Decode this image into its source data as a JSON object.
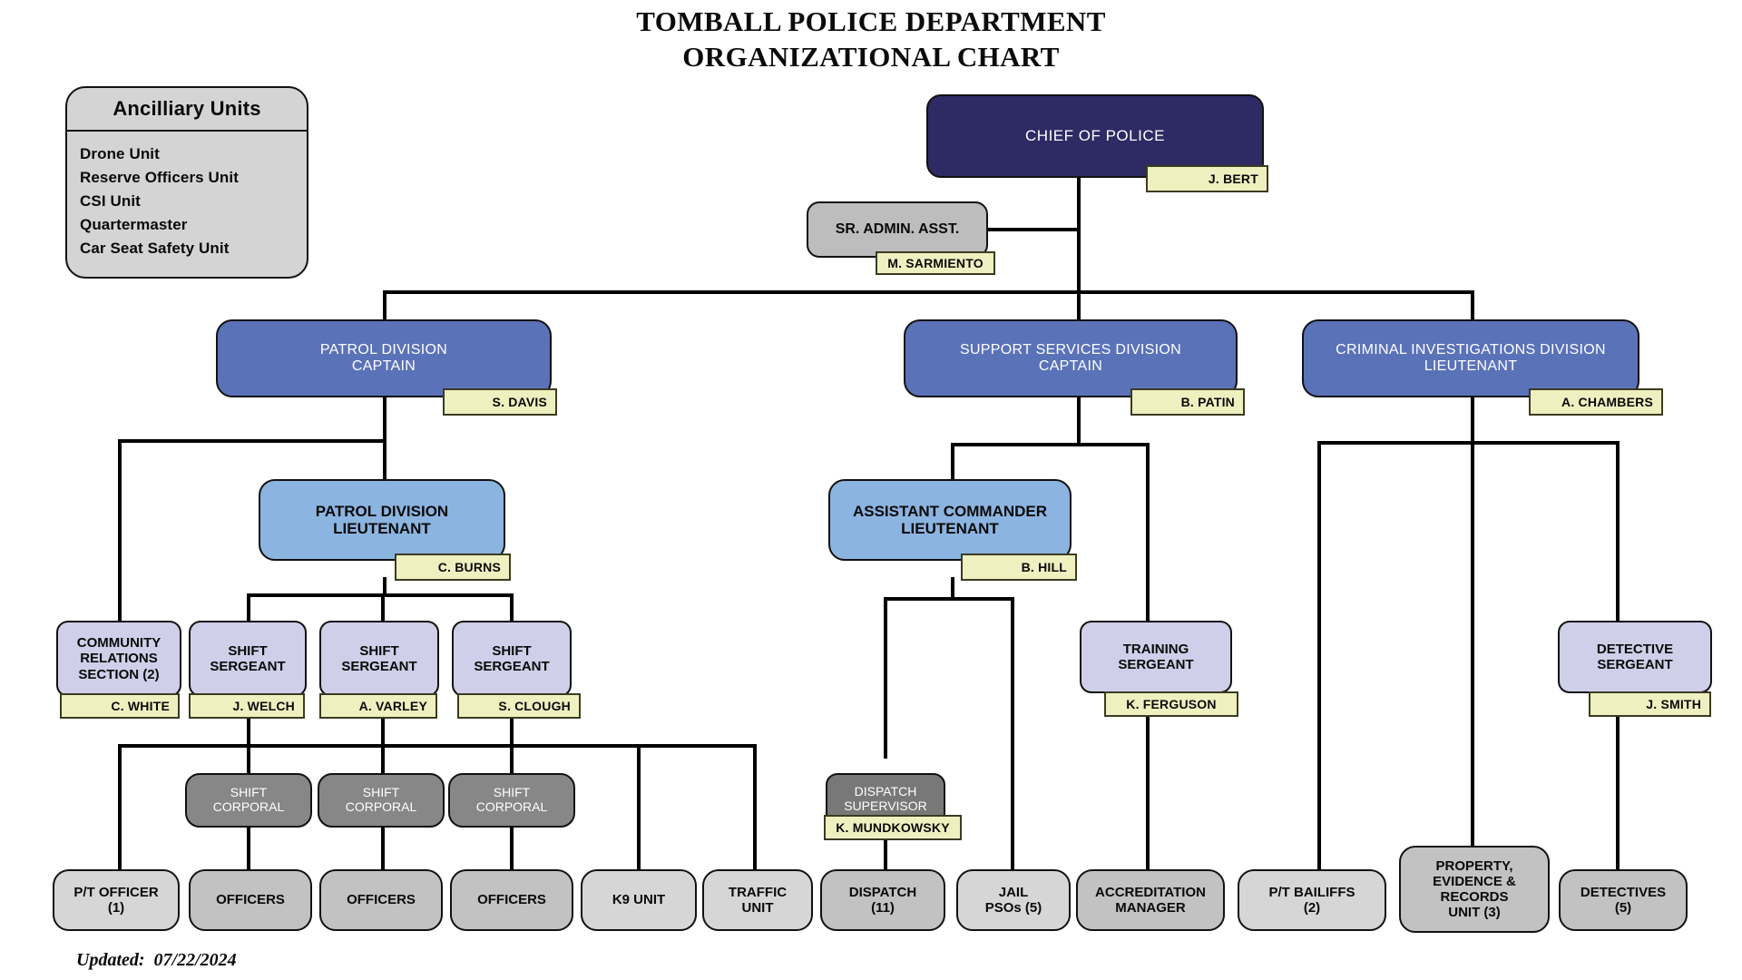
{
  "title": {
    "line1": "TOMBALL POLICE DEPARTMENT",
    "line2": "ORGANIZATIONAL CHART"
  },
  "footer": {
    "updated": "Updated:  07/22/2024"
  },
  "ancillary": {
    "heading": "Ancilliary Units",
    "items": [
      "Drone Unit",
      "Reserve Officers Unit",
      "CSI Unit",
      "Quartermaster",
      "Car Seat Safety Unit"
    ]
  },
  "colors": {
    "chief": "#2e2a64",
    "division": "#5a72b8",
    "lieutenant": "#8cb4e0",
    "sergeant": "#cfcfe9",
    "corporal": "#878787",
    "unit_gray": "#c2c2c2",
    "unit_light_gray": "#d6d6d6",
    "nameplate": "#eff0c0",
    "ancillary_panel": "#d4d4d4",
    "line": "#000000"
  },
  "nodes": {
    "chief": {
      "line1": "CHIEF OF POLICE"
    },
    "sr_admin_asst": {
      "line1": "SR. ADMIN. ASST."
    },
    "patrol_division": {
      "line1": "PATROL DIVISION",
      "line2": "CAPTAIN"
    },
    "support_services_division": {
      "line1": "SUPPORT SERVICES  DIVISION",
      "line2": "CAPTAIN"
    },
    "criminal_investigations_division": {
      "line1": "CRIMINAL INVESTIGATIONS DIVISION",
      "line2": "LIEUTENANT"
    },
    "patrol_lieutenant": {
      "line1": "PATROL DIVISION",
      "line2": "LIEUTENANT"
    },
    "assistant_commander": {
      "line1": "ASSISTANT COMMANDER",
      "line2": "LIEUTENANT"
    },
    "community_relations": {
      "line1": "COMMUNITY",
      "line2": "RELATIONS",
      "line3": "SECTION (2)"
    },
    "shift_sergeant_1": {
      "line1": "SHIFT",
      "line2": "SERGEANT"
    },
    "shift_sergeant_2": {
      "line1": "SHIFT",
      "line2": "SERGEANT"
    },
    "shift_sergeant_3": {
      "line1": "SHIFT",
      "line2": "SERGEANT"
    },
    "training_sergeant": {
      "line1": "TRAINING",
      "line2": "SERGEANT"
    },
    "detective_sergeant": {
      "line1": "DETECTIVE",
      "line2": "SERGEANT"
    },
    "shift_corporal_1": {
      "line1": "SHIFT",
      "line2": "CORPORAL"
    },
    "shift_corporal_2": {
      "line1": "SHIFT",
      "line2": "CORPORAL"
    },
    "shift_corporal_3": {
      "line1": "SHIFT",
      "line2": "CORPORAL"
    },
    "dispatch_supervisor": {
      "line1": "DISPATCH",
      "line2": "SUPERVISOR"
    },
    "pt_officer": {
      "line1": "P/T OFFICER",
      "line2": "(1)"
    },
    "officers_1": {
      "line1": "OFFICERS"
    },
    "officers_2": {
      "line1": "OFFICERS"
    },
    "officers_3": {
      "line1": "OFFICERS"
    },
    "k9_unit": {
      "line1": "K9 UNIT"
    },
    "traffic_unit": {
      "line1": "TRAFFIC",
      "line2": "UNIT"
    },
    "dispatch": {
      "line1": "DISPATCH",
      "line2": "(11)"
    },
    "jail_psos": {
      "line1": "JAIL",
      "line2": "PSOs (5)"
    },
    "accreditation_manager": {
      "line1": "ACCREDITATION",
      "line2": "MANAGER"
    },
    "pt_bailiffs": {
      "line1": "P/T BAILIFFS",
      "line2": "(2)"
    },
    "property_evidence_records": {
      "line1": "PROPERTY,",
      "line2": "EVIDENCE &",
      "line3": "RECORDS",
      "line4": "UNIT (3)"
    },
    "detectives": {
      "line1": "DETECTIVES",
      "line2": "(5)"
    }
  },
  "nameplates": {
    "chief": "J. BERT",
    "sr_admin_asst": "M. SARMIENTO",
    "patrol_division": "S. DAVIS",
    "support_services_division": "B. PATIN",
    "criminal_investigations_division": "A. CHAMBERS",
    "patrol_lieutenant": "C. BURNS",
    "assistant_commander": "B. HILL",
    "community_relations": "C. WHITE",
    "shift_sergeant_1": "J. WELCH",
    "shift_sergeant_2": "A. VARLEY",
    "shift_sergeant_3": "S. CLOUGH",
    "training_sergeant": "K. FERGUSON",
    "detective_sergeant": "J. SMITH",
    "dispatch_supervisor": "K. MUNDKOWSKY"
  }
}
